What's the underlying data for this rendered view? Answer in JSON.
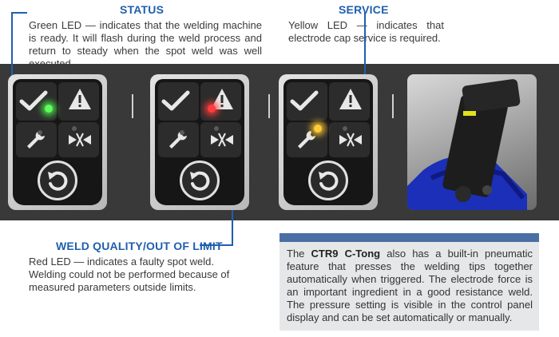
{
  "status": {
    "heading": "STATUS",
    "text": "Green LED — indicates that the welding machine is ready. It will flash during the weld process and return to steady when the spot weld was well executed."
  },
  "service": {
    "heading": "SERVICE",
    "text": "Yellow LED — indicates that electrode cap service is required."
  },
  "weld_quality": {
    "heading": "WELD QUALITY/OUT OF LIMIT",
    "text": "Red LED — indicates a faulty spot weld. Welding could not be performed because of measured parameters outside limits."
  },
  "infobox": {
    "prefix": "The ",
    "product": "CTR9 C-Tong",
    "text": " also has a built-in pneumatic feature that presses the welding tips together automatically when triggered. The electrode force is an important ingredient in a good resistance weld. The pressure setting is visible in the control panel display and can be set automatically or manually."
  },
  "panels": [
    {
      "led_color": "#5cff5c",
      "led_state": "green"
    },
    {
      "led_color": "#ff3b3b",
      "led_state": "red"
    },
    {
      "led_color": "#ffcc33",
      "led_state": "yellow"
    }
  ],
  "colors": {
    "heading": "#1f5fae",
    "band": "#393939",
    "infobox_bar": "#4a6fa5",
    "infobox_bg": "#e6e7e8"
  },
  "icons": [
    "checkmark-icon",
    "warning-triangle-icon",
    "wrench-icon",
    "electrode-tips-icon",
    "reset-arrow-icon"
  ]
}
